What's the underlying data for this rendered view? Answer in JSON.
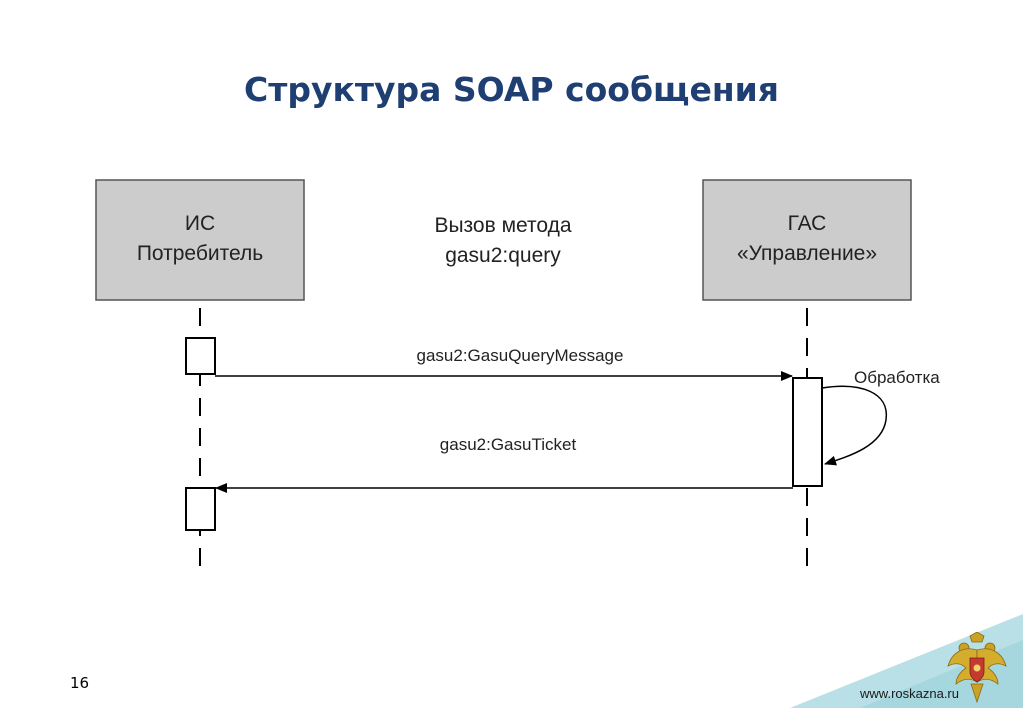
{
  "slide": {
    "title": "Структура SOAP сообщения",
    "page_number": "16",
    "url": "www.roskazna.ru"
  },
  "diagram": {
    "participants": [
      {
        "id": "consumer",
        "line1": "ИС",
        "line2": "Потребитель"
      },
      {
        "id": "gas",
        "line1": "ГАС",
        "line2": "«Управление»"
      }
    ],
    "method_call": {
      "line1": "Вызов метода",
      "line2": "gasu2:query"
    },
    "messages": [
      {
        "label": "gasu2:GasuQueryMessage",
        "from": "consumer",
        "to": "gas"
      },
      {
        "label": "gasu2:GasuTicket",
        "from": "gas",
        "to": "consumer"
      }
    ],
    "self_call_label": "Обработка"
  },
  "colors": {
    "title": "#1f3f73",
    "participant_fill": "#cccccc",
    "corner_teal": "#9fd3dc"
  },
  "icons": {
    "emblem": "double-headed-eagle-emblem"
  }
}
